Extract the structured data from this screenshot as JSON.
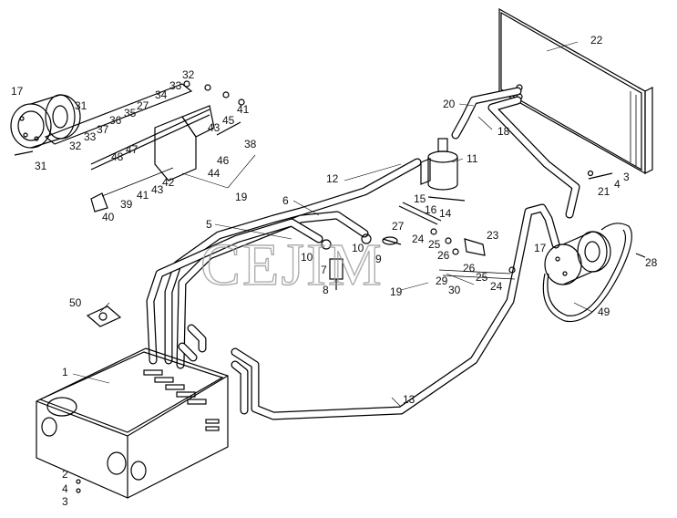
{
  "watermark": "CEJIM",
  "labels": [
    {
      "id": "l17a",
      "text": "17"
    },
    {
      "id": "l31a",
      "text": "31"
    },
    {
      "id": "l31b",
      "text": "31"
    },
    {
      "id": "l32a",
      "text": "32"
    },
    {
      "id": "l33a",
      "text": "33"
    },
    {
      "id": "l34",
      "text": "34"
    },
    {
      "id": "l27a",
      "text": "27"
    },
    {
      "id": "l35",
      "text": "35"
    },
    {
      "id": "l36",
      "text": "36"
    },
    {
      "id": "l37",
      "text": "37"
    },
    {
      "id": "l32b",
      "text": "32"
    },
    {
      "id": "l33b",
      "text": "33"
    },
    {
      "id": "l41a",
      "text": "41"
    },
    {
      "id": "l45",
      "text": "45"
    },
    {
      "id": "l43a",
      "text": "43"
    },
    {
      "id": "l38",
      "text": "38"
    },
    {
      "id": "l47",
      "text": "47"
    },
    {
      "id": "l48",
      "text": "48"
    },
    {
      "id": "l46",
      "text": "46"
    },
    {
      "id": "l44",
      "text": "44"
    },
    {
      "id": "l42",
      "text": "42"
    },
    {
      "id": "l43b",
      "text": "43"
    },
    {
      "id": "l41b",
      "text": "41"
    },
    {
      "id": "l19a",
      "text": "19"
    },
    {
      "id": "l39",
      "text": "39"
    },
    {
      "id": "l40",
      "text": "40"
    },
    {
      "id": "l22",
      "text": "22"
    },
    {
      "id": "l20",
      "text": "20"
    },
    {
      "id": "l18",
      "text": "18"
    },
    {
      "id": "l11",
      "text": "11"
    },
    {
      "id": "l12",
      "text": "12"
    },
    {
      "id": "l15",
      "text": "15"
    },
    {
      "id": "l16",
      "text": "16"
    },
    {
      "id": "l14",
      "text": "14"
    },
    {
      "id": "l3a",
      "text": "3"
    },
    {
      "id": "l4a",
      "text": "4"
    },
    {
      "id": "l21",
      "text": "21"
    },
    {
      "id": "l6",
      "text": "6"
    },
    {
      "id": "l5",
      "text": "5"
    },
    {
      "id": "l27b",
      "text": "27"
    },
    {
      "id": "l24a",
      "text": "24"
    },
    {
      "id": "l25a",
      "text": "25"
    },
    {
      "id": "l23",
      "text": "23"
    },
    {
      "id": "l17b",
      "text": "17"
    },
    {
      "id": "l28",
      "text": "28"
    },
    {
      "id": "l10a",
      "text": "10"
    },
    {
      "id": "l10b",
      "text": "10"
    },
    {
      "id": "l7",
      "text": "7"
    },
    {
      "id": "l8",
      "text": "8"
    },
    {
      "id": "l9",
      "text": "9"
    },
    {
      "id": "l26a",
      "text": "26"
    },
    {
      "id": "l26b",
      "text": "26"
    },
    {
      "id": "l29",
      "text": "29"
    },
    {
      "id": "l25b",
      "text": "25"
    },
    {
      "id": "l24b",
      "text": "24"
    },
    {
      "id": "l19b",
      "text": "19"
    },
    {
      "id": "l30",
      "text": "30"
    },
    {
      "id": "l49",
      "text": "49"
    },
    {
      "id": "l50",
      "text": "50"
    },
    {
      "id": "l1",
      "text": "1"
    },
    {
      "id": "l13",
      "text": "13"
    },
    {
      "id": "l2",
      "text": "2"
    },
    {
      "id": "l4b",
      "text": "4"
    },
    {
      "id": "l3b",
      "text": "3"
    }
  ]
}
